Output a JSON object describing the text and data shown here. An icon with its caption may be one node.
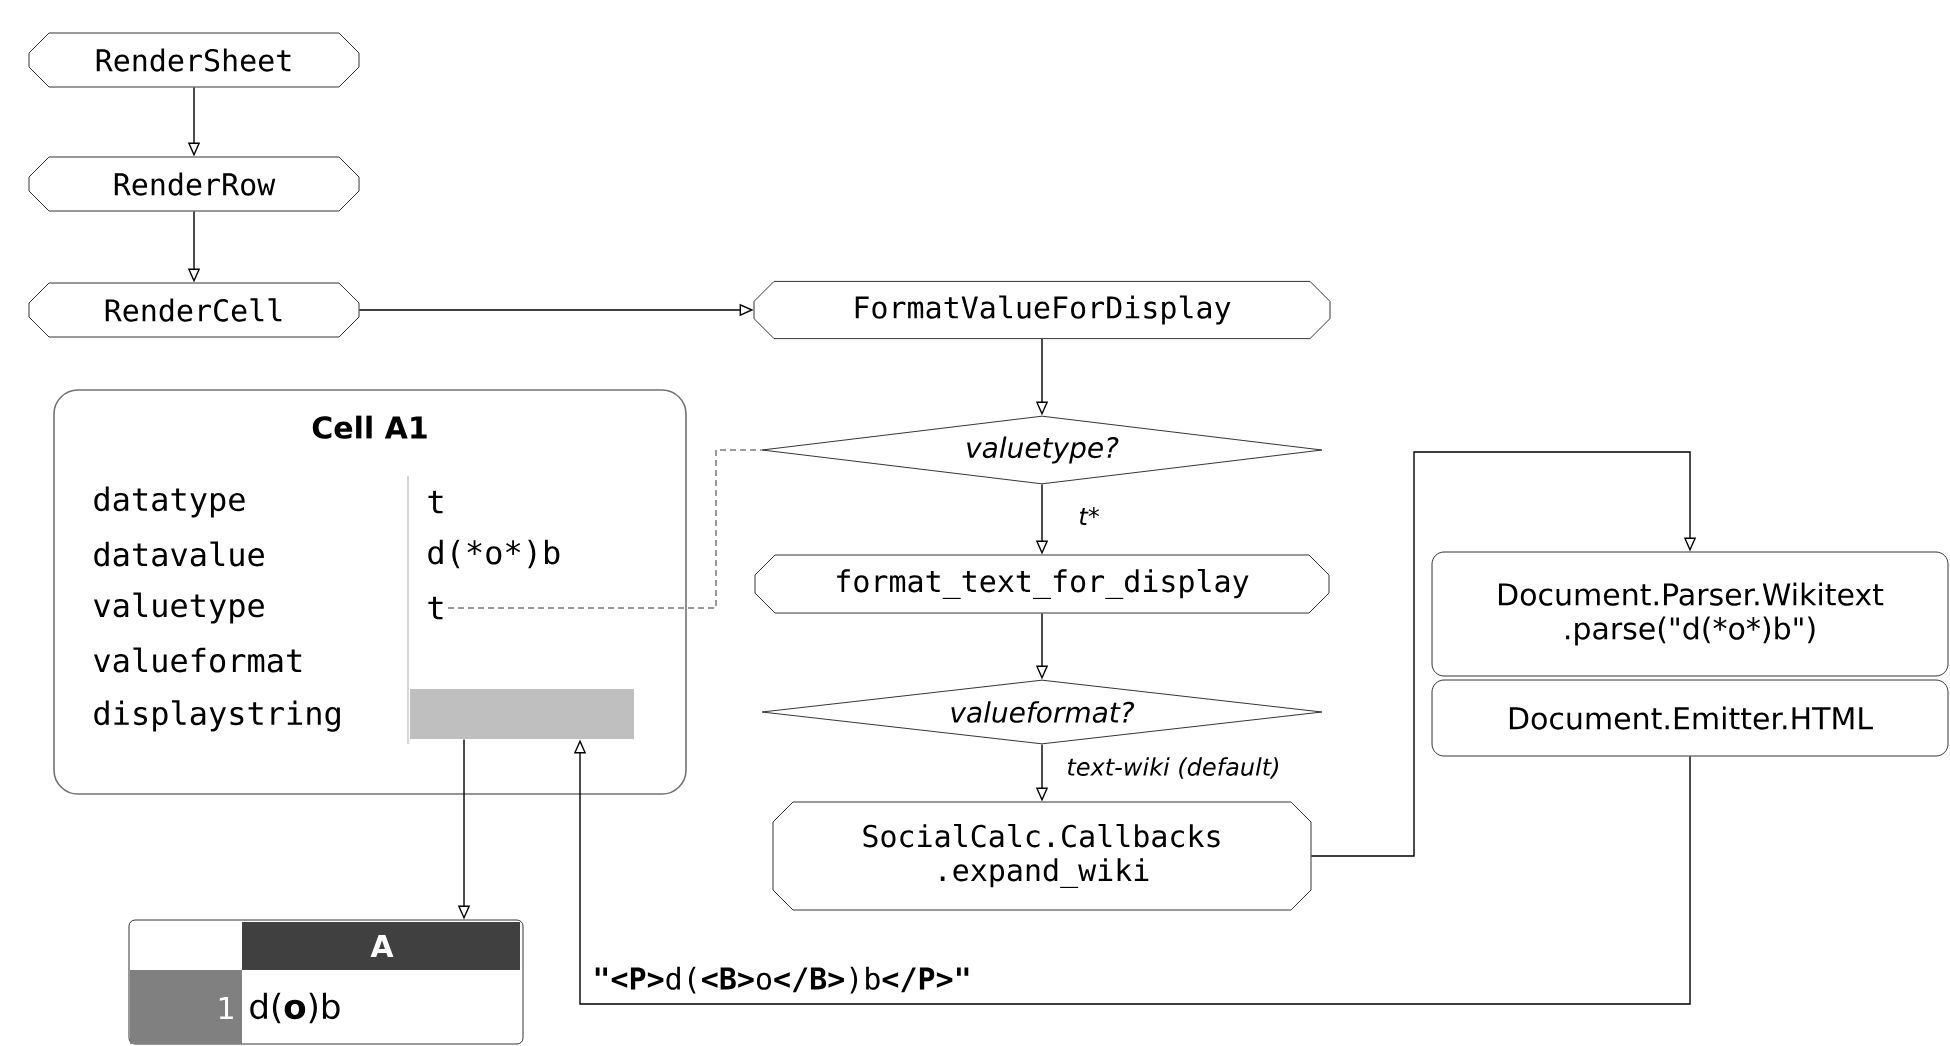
{
  "diagram": {
    "nodes": [
      {
        "text": [
          "RenderSheet"
        ]
      },
      {
        "text": [
          "RenderRow"
        ]
      },
      {
        "text": [
          "RenderCell"
        ]
      },
      {
        "text": [
          "FormatValueForDisplay"
        ]
      },
      {
        "text": [
          "Cell A1"
        ]
      },
      {
        "text": [
          "t"
        ],
        "in": 4
      },
      {
        "text": [],
        "shape": "bar",
        "in": 4
      },
      {
        "text": [
          "valuetype?"
        ]
      },
      {
        "text": [
          "format_text_for_display"
        ]
      },
      {
        "text": [
          "valueformat?"
        ]
      },
      {
        "text": [
          "SocialCalc.Callbacks .expand_wiki"
        ]
      },
      {
        "text": [
          "Document.Parser.Wikitext .parse(\"d(*o*)b\")"
        ]
      },
      {
        "text": [
          "Document.Emitter.HTML"
        ]
      },
      {
        "text": [
          "A",
          "1",
          "d(**o**)b"
        ]
      }
    ],
    "edges": [
      {
        "from": 0,
        "to": 1,
        "arrow": "to"
      },
      {
        "from": 1,
        "to": 2,
        "arrow": "to"
      },
      {
        "from": 2,
        "to": 3,
        "arrow": "to"
      },
      {
        "from": 3,
        "to": 7,
        "arrow": "to"
      },
      {
        "from": 7,
        "to": 8,
        "arrow": "to",
        "label": "t*"
      },
      {
        "from": 8,
        "to": 9,
        "arrow": "to"
      },
      {
        "from": 9,
        "to": 10,
        "arrow": "to",
        "label": "text-wiki *(default)*"
      },
      {
        "from": 10,
        "to": 11,
        "arrow": "to"
      },
      {
        "from": 12,
        "to": 6,
        "arrow": "to",
        "label": "**\"<P>**d(**<B>**o**</B>**)b**</P>\"**"
      },
      {
        "from": 6,
        "to": 13,
        "arrow": "to"
      },
      {
        "from": 5,
        "to": 7,
        "arrow": "none",
        "style": "dashed"
      }
    ],
    "labels": [
      "datatype",
      "t",
      "datavalue",
      "d(*o*)b",
      "valuetype",
      "valueformat",
      "displaystring"
    ]
  }
}
